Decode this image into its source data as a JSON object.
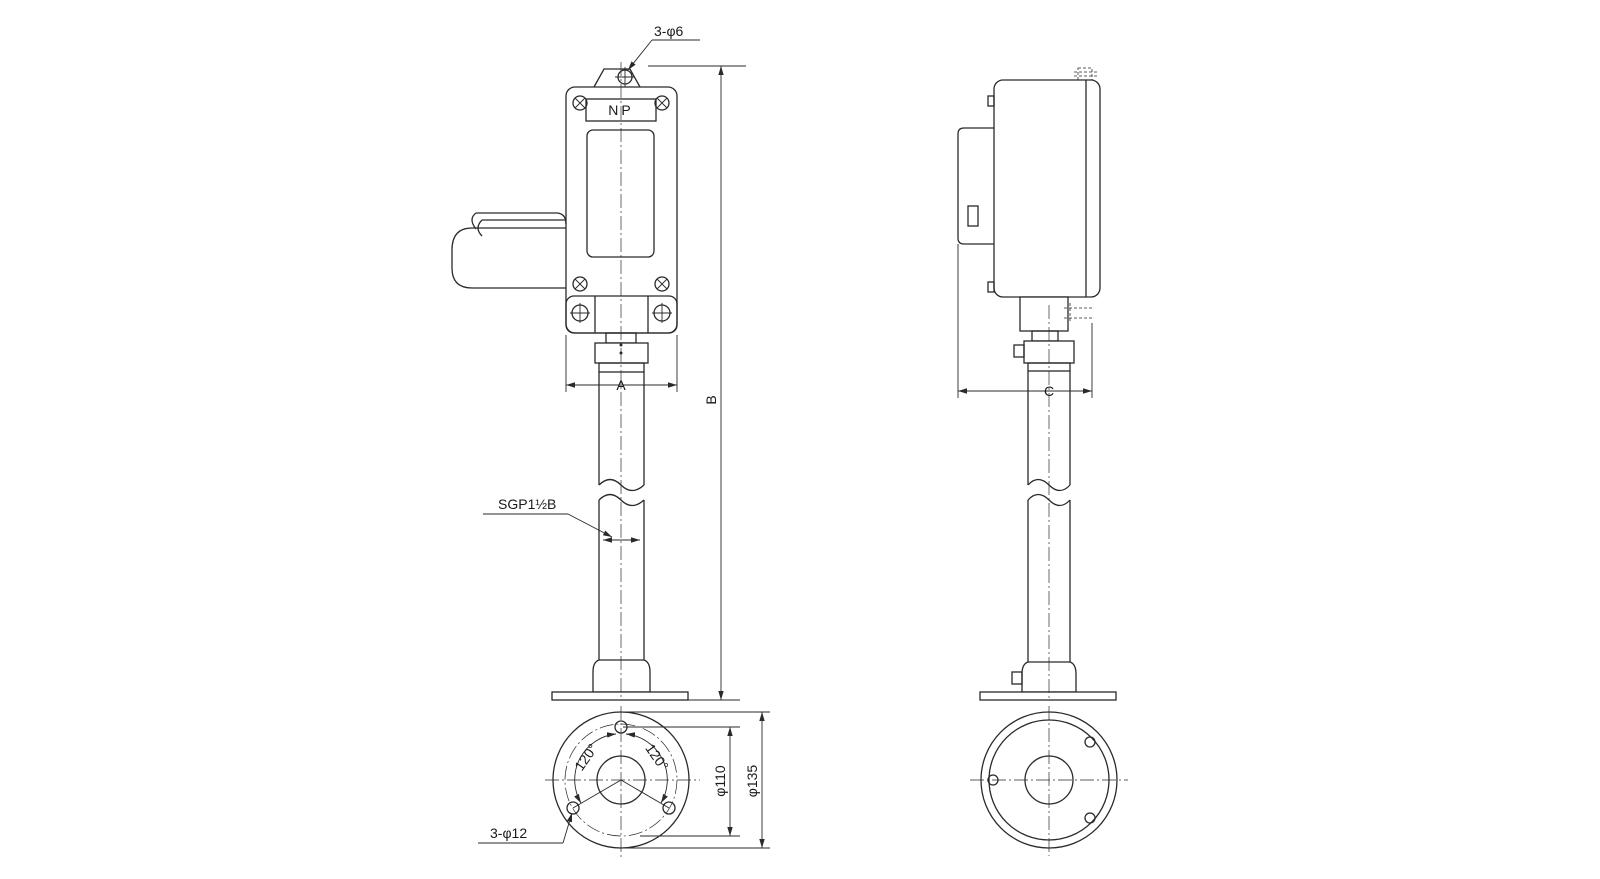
{
  "labels": {
    "mount_holes_top": "3-φ6",
    "nameplate": "NP",
    "dim_width": "A",
    "dim_height": "B",
    "dim_depth": "C",
    "pipe_spec": "SGP1½B",
    "angle_left": "120°",
    "angle_right": "120°",
    "flange_pcd": "φ110",
    "flange_od": "φ135",
    "flange_holes": "3-φ12"
  }
}
